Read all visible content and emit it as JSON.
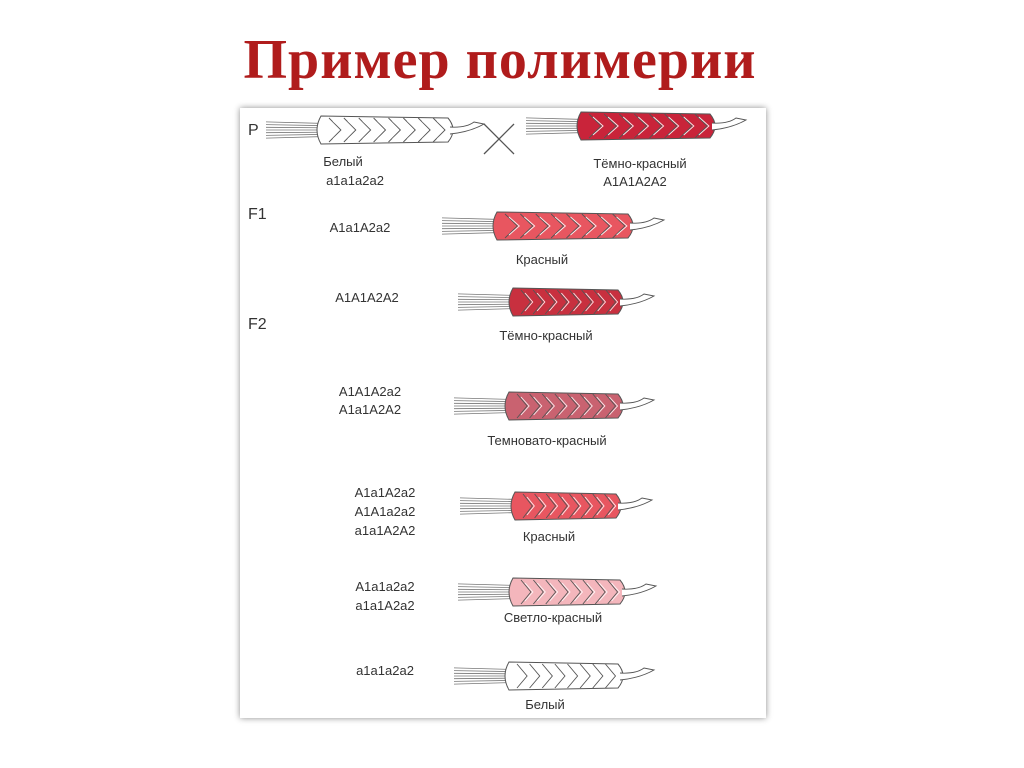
{
  "title": "Пример полимерии",
  "colors": {
    "title": "#b01c1c",
    "white": "#ffffff",
    "dark_red": "#c9243a",
    "dark_red_f2": "#c8303f",
    "red": "#e85660",
    "darkish_red": "#c96270",
    "light_red": "#f4b6bc",
    "outline": "#555555"
  },
  "generations": {
    "p": "P",
    "f1": "F1",
    "f2": "F2"
  },
  "cross_symbol": "×",
  "parents": [
    {
      "phenotype": "Белый",
      "genotypes": [
        "а1а1а2а2"
      ],
      "color": "white"
    },
    {
      "phenotype": "Тёмно-красный",
      "genotypes": [
        "А1А1А2А2"
      ],
      "color": "dark_red"
    }
  ],
  "f1": {
    "phenotype": "Красный",
    "genotypes": [
      "А1а1А2а2"
    ],
    "color": "red"
  },
  "f2": [
    {
      "phenotype": "Тёмно-красный",
      "genotypes": [
        "А1А1А2А2"
      ],
      "color": "dark_red_f2"
    },
    {
      "phenotype": "Темновато-красный",
      "genotypes": [
        "А1А1А2а2",
        "А1а1А2А2"
      ],
      "color": "darkish_red"
    },
    {
      "phenotype": "Красный",
      "genotypes": [
        "А1а1А2а2",
        "А1А1а2а2",
        "а1а1А2А2"
      ],
      "color": "red"
    },
    {
      "phenotype": "Светло-красный",
      "genotypes": [
        "А1а1а2а2",
        "а1а1А2а2"
      ],
      "color": "light_red"
    },
    {
      "phenotype": "Белый",
      "genotypes": [
        "а1а1а2а2"
      ],
      "color": "white"
    }
  ]
}
